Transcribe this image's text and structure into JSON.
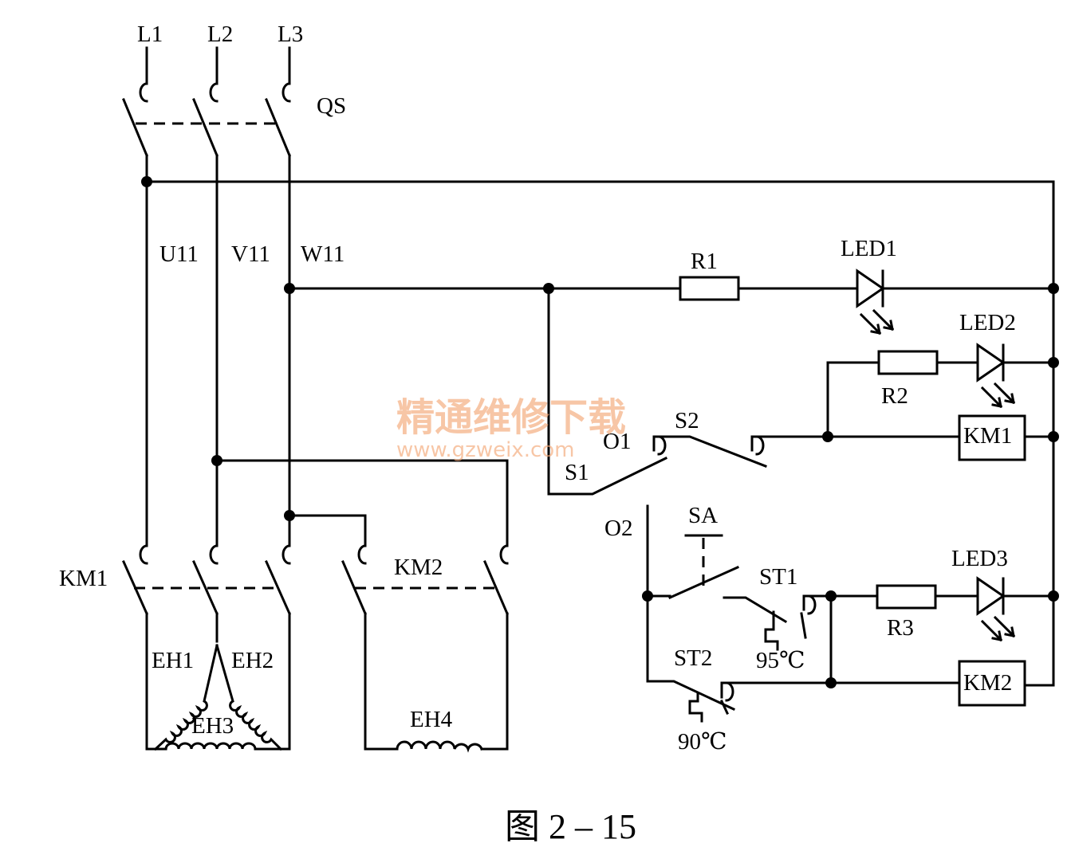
{
  "labels": {
    "l1": "L1",
    "l2": "L2",
    "l3": "L3",
    "qs": "QS",
    "u11": "U11",
    "v11": "V11",
    "w11": "W11",
    "km1_contacts": "KM1",
    "km2_contacts": "KM2",
    "eh1": "EH1",
    "eh2": "EH2",
    "eh3": "EH3",
    "eh4": "EH4",
    "r1": "R1",
    "r2": "R2",
    "r3": "R3",
    "led1": "LED1",
    "led2": "LED2",
    "led3": "LED3",
    "km1_coil": "KM1",
    "km2_coil": "KM2",
    "o1": "O1",
    "o2": "O2",
    "s1": "S1",
    "s2": "S2",
    "sa": "SA",
    "st1": "ST1",
    "st2": "ST2",
    "t95": "95℃",
    "t90": "90℃"
  },
  "watermark": {
    "title": "精通维修下载",
    "url": "www.gzweix.com"
  },
  "caption": "图 2 – 15"
}
